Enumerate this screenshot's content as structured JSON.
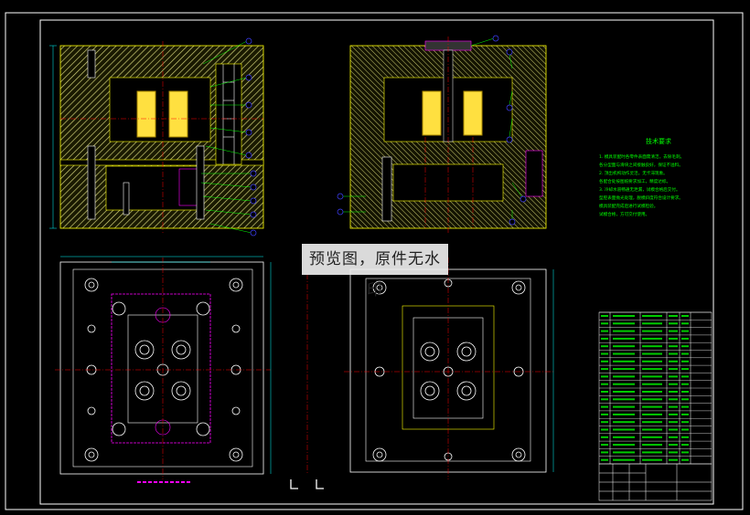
{
  "watermark": "预览图，原件无水印",
  "technical_notes": {
    "title": "技术要求",
    "lines": [
      "1. 模具装配时各零件表面需清洁，去除毛刺。",
      "各分型面与滑块之间接触良好，保证不溢料。",
      "2. 顶出机构动作灵活，无卡滞现象。",
      "各配合处按图纸要求加工，精度达标。",
      "3. 冷却水道畅通无泄漏，试模合格后交付。",
      "型腔表面抛光处理，脱模斜度符合设计要求。",
      "模具装配完成后进行试模检验。",
      "试模合格，方可交付使用。"
    ]
  },
  "colors": {
    "background": "#000000",
    "frame": "#ffffff",
    "hatch": "#e4e486",
    "part": "#ffff00",
    "centerline": "#ff0000",
    "dimension": "#00ffff",
    "leader": "#00ff00",
    "balloon": "#0000ff",
    "magenta": "#ff00ff"
  }
}
